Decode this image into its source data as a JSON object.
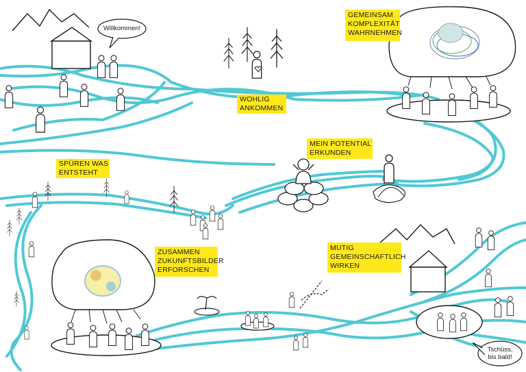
{
  "colors": {
    "river": "#3fc3d1",
    "highlight": "#ffe81a",
    "ink": "#1a1a1a"
  },
  "labels": {
    "gemeinsam": [
      "GEMEINSAM",
      "KOMPLEXITÄT",
      "WAHRNEHMEN"
    ],
    "wohlig": [
      "WOHLIG",
      "ANKOMMEN"
    ],
    "potential": [
      "MEIN POTENTIAL",
      "ERKUNDEN"
    ],
    "spueren": [
      "SPÜREN WAS",
      "ENTSTEHT"
    ],
    "zusammen": [
      "ZUSAMMEN",
      "ZUKUNFTSBILDER",
      "ERFORSCHEN"
    ],
    "mutig": [
      "MUTIG",
      "GEMEINSCHAFTLICH",
      "WIRKEN"
    ]
  },
  "speech": {
    "welcome": "Willkommen!",
    "bye_1": "Tschüss,",
    "bye_2": "bis bald!"
  }
}
